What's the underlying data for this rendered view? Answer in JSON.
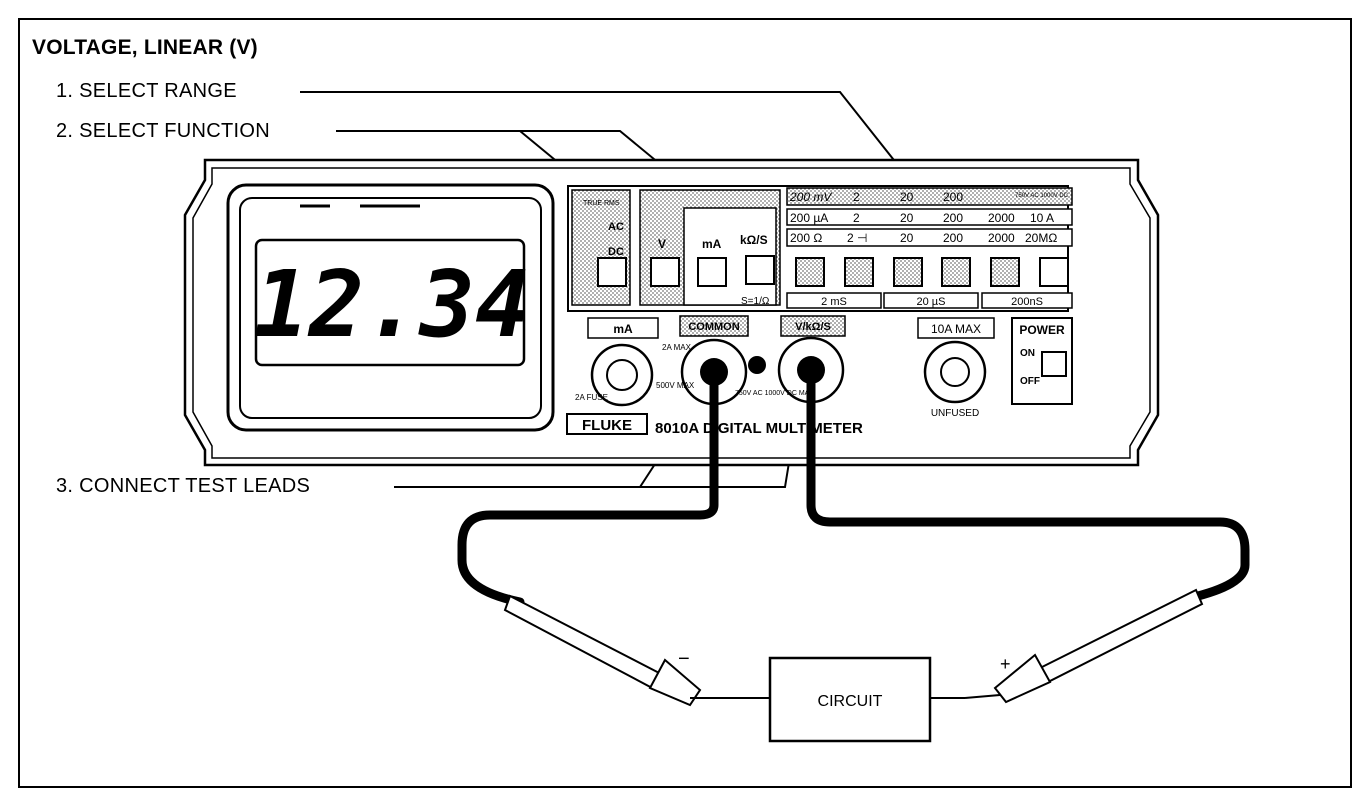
{
  "title": "VOLTAGE, LINEAR (V)",
  "steps": {
    "s1": "1. SELECT RANGE",
    "s2": "2. SELECT FUNCTION",
    "s3": "3. CONNECT TEST LEADS"
  },
  "meter": {
    "display": "12.34",
    "brand": "FLUKE",
    "model": "8010A DIGITAL MULTIMETER",
    "true_rms": "TRUE RMS",
    "ac": "AC",
    "dc": "DC",
    "v_label": "V",
    "ma_label": "mA",
    "kohm_label": "kΩ/S",
    "s_note": "S=1/Ω",
    "range_v": [
      "200 mV",
      "2",
      "20",
      "200",
      "750V AC 1000V DC"
    ],
    "range_a": [
      "200 µA",
      "2",
      "20",
      "200",
      "2000",
      "10 A"
    ],
    "range_ohm": [
      "200 Ω",
      "2 ⊣",
      "20",
      "200",
      "2000",
      "20MΩ"
    ],
    "cond": [
      "2 mS",
      "20 µS",
      "200nS"
    ],
    "jack_ma": "mA",
    "jack_ma_rating": "2A MAX",
    "fuse": "2A FUSE",
    "common": "COMMON",
    "common_rating": "500V MAX",
    "vohm": "V/kΩ/S",
    "vohm_rating": "750V AC 1000V DC MAX",
    "amp10": "10A MAX",
    "unfused": "UNFUSED",
    "power": "POWER",
    "on": "ON",
    "off": "OFF"
  },
  "probes": {
    "neg": "−",
    "pos": "+"
  },
  "circuit": "CIRCUIT"
}
